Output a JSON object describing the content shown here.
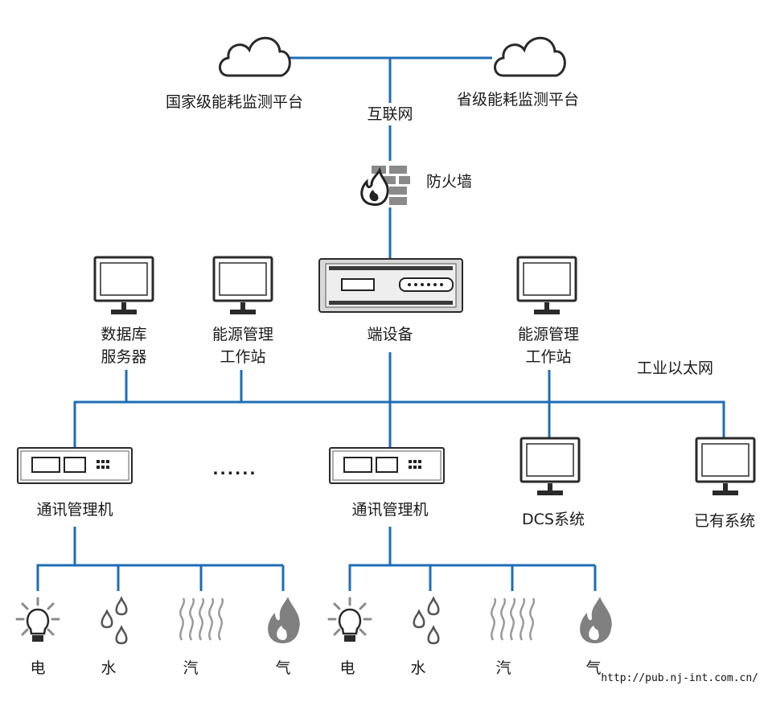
{
  "labels": {
    "national_platform": "国家级能耗监测平台",
    "provincial_platform": "省级能耗监测平台",
    "internet": "互联网",
    "firewall": "防火墙",
    "db_server_line1": "数据库",
    "db_server_line2": "服务器",
    "energy_ws_line1": "能源管理",
    "energy_ws_line2": "工作站",
    "endpoint_device": "端设备",
    "energy_ws2_line1": "能源管理",
    "energy_ws2_line2": "工作站",
    "industrial_ethernet": "工业以太网",
    "comm_manager_1": "通讯管理机",
    "ellipsis": "......",
    "comm_manager_2": "通讯管理机",
    "dcs_system": "DCS系统",
    "existing_system": "已有系统",
    "electricity_1": "电",
    "water_1": "水",
    "steam_1": "汽",
    "gas_1": "气",
    "electricity_2": "电",
    "water_2": "水",
    "steam_2": "汽",
    "gas_2": "气",
    "watermark": "http://pub.nj-int.com.cn/"
  },
  "icons": {
    "cloud": "cloud-icon",
    "firewall": "firewall-icon",
    "monitor": "monitor-icon",
    "server": "server-rack-icon",
    "comm": "comm-manager-icon",
    "bulb": "light-bulb-icon",
    "drops": "water-drops-icon",
    "steam": "steam-icon",
    "flame": "flame-icon"
  },
  "colors": {
    "link": "#1f6db5",
    "icon_stroke": "#2a2a2a",
    "icon_gray": "#8a8a8a"
  }
}
